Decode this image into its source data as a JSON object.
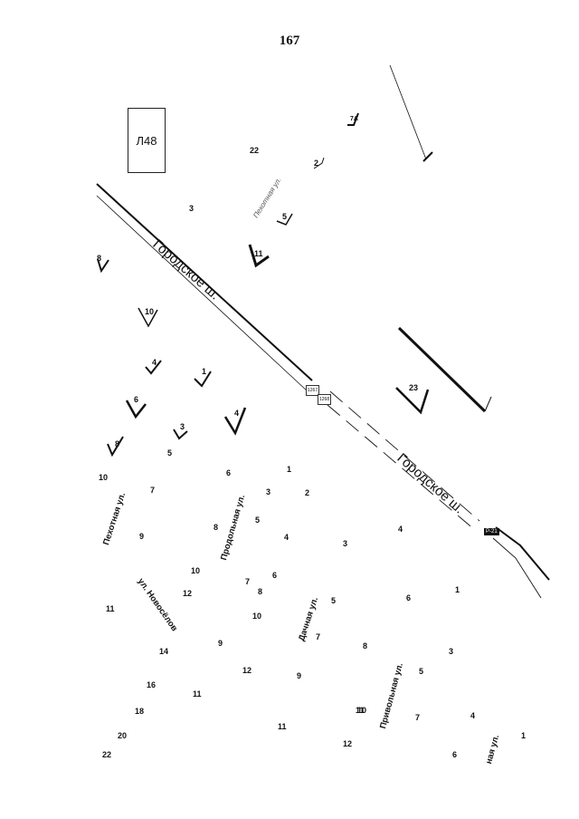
{
  "page": {
    "number": "167"
  },
  "sheet": {
    "label": "Л48"
  },
  "roads": {
    "main_upper": "Городское ш.",
    "main_lower": "Городское ш.",
    "badge": "Р-21",
    "tag_a": "1267",
    "tag_b": "1268"
  },
  "streets": {
    "pekhotnaya_north": "Пехотная ул.",
    "pekhotnaya": "Пехотная ул.",
    "novoselov": "ул. Новосёлов",
    "prodolnaya": "Продольная ул.",
    "dachnaya": "Дачная ул.",
    "privolnaya": "Привольная ул.",
    "edge": "ная ул."
  },
  "house_numbers": {
    "n22_top": "22",
    "n3_top": "3",
    "n7a": "7А",
    "n2_top": "2",
    "n5_top": "5",
    "n11_top": "11",
    "n8_left": "8",
    "n10_left": "10",
    "n4_left": "4",
    "n1_left": "1",
    "n6_left": "6",
    "n3_mid": "3",
    "n4_mid": "4",
    "n8_mid": "8",
    "n5_mid": "5",
    "n23": "23",
    "n10_w": "10",
    "n7_w": "7",
    "n9_w": "9",
    "n11_w": "11",
    "n12_w": "12",
    "n14": "14",
    "n16": "16",
    "n18": "18",
    "n20": "20",
    "n22_bottom": "22",
    "n10_nov": "10",
    "n6_c": "6",
    "n1_c": "1",
    "n3_c": "3",
    "n2_c": "2",
    "n8_c": "8",
    "n5_c": "5",
    "n4_c": "4",
    "n7_c": "7",
    "n8_c2": "8",
    "n6_c2": "6",
    "n10_c": "10",
    "n9_c": "9",
    "n12_c": "12",
    "n11_c": "11",
    "n11_b": "11",
    "n7_d": "7",
    "n5_d": "5",
    "n9_d": "9",
    "n11_d": "11",
    "n3_e": "3",
    "n4_e": "4",
    "n6_e": "6",
    "n8_e": "8",
    "n10_e": "10",
    "n12_e": "12",
    "n1_f": "1",
    "n3_f": "3",
    "n5_f": "5",
    "n7_f": "7",
    "n4_f": "4",
    "n1_g": "1",
    "n6_g": "6"
  }
}
